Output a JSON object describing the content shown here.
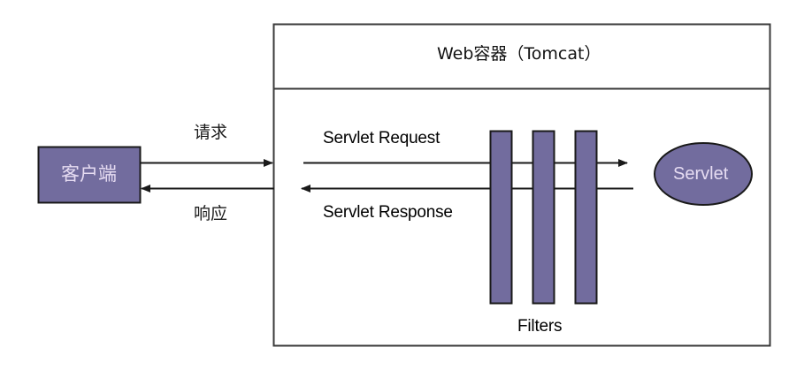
{
  "diagram": {
    "type": "architecture-flow",
    "title": "Servlet request/response flow through Tomcat web container",
    "colors": {
      "shape_fill": "#726c9e",
      "shape_stroke": "#1a1a1a",
      "shape_text": "#e6dcf2",
      "line": "#1a1a1a",
      "container_stroke": "#3a3a3a",
      "background": "#ffffff"
    },
    "container": {
      "title": "Web容器（Tomcat）",
      "header_divider": true
    },
    "client": {
      "label": "客户端"
    },
    "servlet": {
      "label": "Servlet"
    },
    "filters": {
      "label": "Filters",
      "count": 3
    },
    "arrows": {
      "client_to_container": "请求",
      "container_to_client": "响应",
      "request_flow": "Servlet Request",
      "response_flow": "Servlet Response"
    }
  }
}
